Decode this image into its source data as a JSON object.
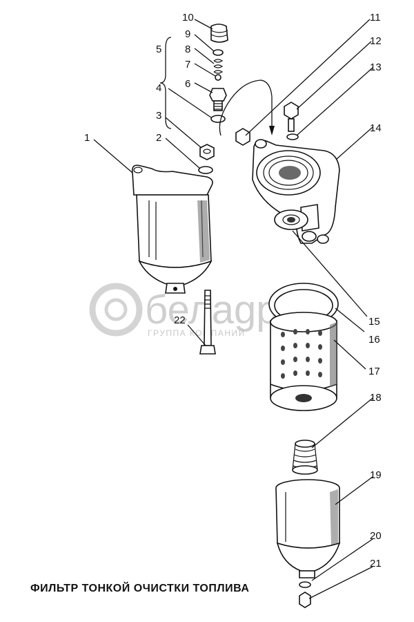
{
  "title": "ФИЛЬТР ТОНКОЙ ОЧИСТКИ ТОПЛИВА",
  "watermark": {
    "brand": "белаgро",
    "subtitle": "ГРУППА КОМПАНИЙ"
  },
  "callouts": [
    "1",
    "2",
    "3",
    "4",
    "5",
    "6",
    "7",
    "8",
    "9",
    "10",
    "11",
    "12",
    "13",
    "14",
    "15",
    "16",
    "17",
    "18",
    "19",
    "20",
    "21",
    "22"
  ],
  "colors": {
    "ink": "#111111",
    "watermark": "#cfcfcf",
    "background": "#ffffff"
  }
}
